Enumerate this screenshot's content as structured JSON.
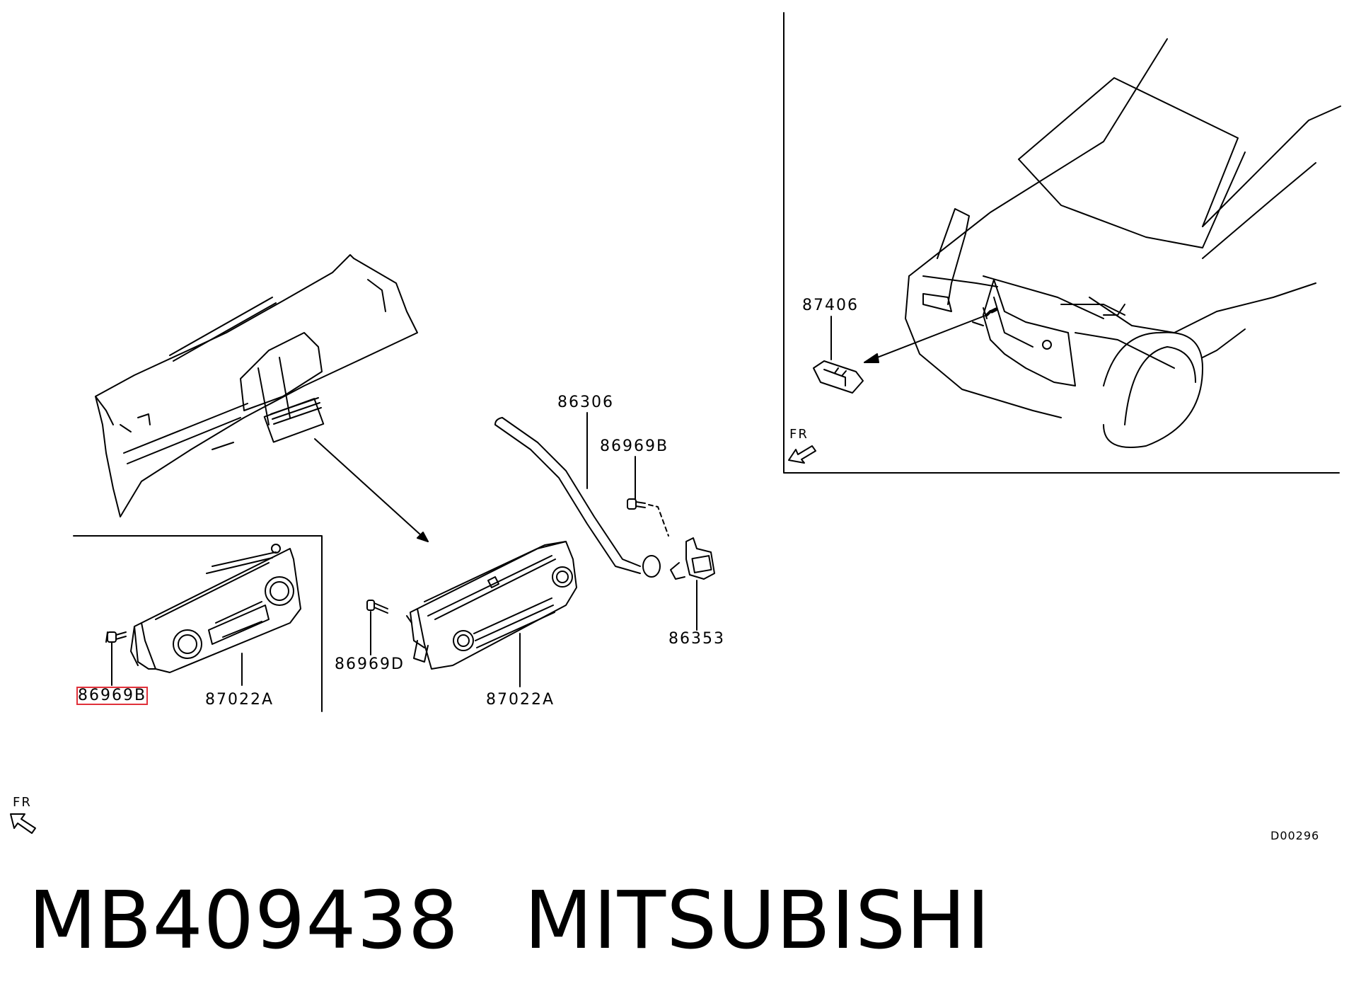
{
  "labels": {
    "hose": "86306",
    "screw_top": "86969B",
    "sensor": "86353",
    "screw_main": "86969D",
    "panel_main": "87022A",
    "screw_inset": "86969B",
    "panel_inset": "87022A",
    "ambient_sensor": "87406"
  },
  "direction": {
    "main": "FR",
    "inset": "FR"
  },
  "diagram_code": "D00296",
  "caption": {
    "part_number": "MB409438",
    "brand": "MITSUBISHI"
  },
  "colors": {
    "line": "#000000",
    "highlight": "#e0303a",
    "background": "#ffffff"
  }
}
